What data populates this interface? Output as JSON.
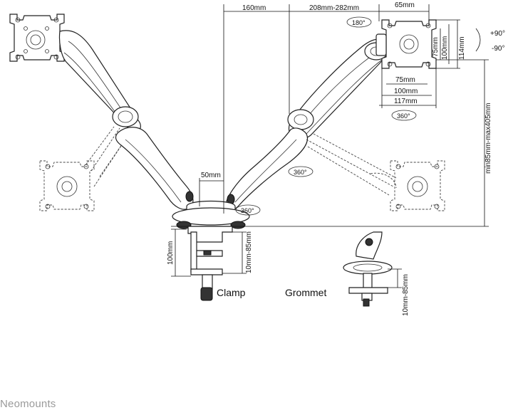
{
  "brand": "Neomounts",
  "dimensions": {
    "arm_offset": "160mm",
    "arm_reach": "208mm-282mm",
    "plate_depth": "65mm",
    "rotate_top": "180°",
    "vesa_75_v": "75mm",
    "vesa_100_v": "100mm",
    "vesa_114_v": "114mm",
    "vesa_75_h": "75mm",
    "vesa_100_h": "100mm",
    "vesa_117_h": "117mm",
    "rotate_plate": "360°",
    "tilt_up": "+90°",
    "tilt_down": "-90°",
    "height_range": "min85mm-max405mm",
    "base_width": "50mm",
    "rotate_base": "360°",
    "rotate_mid": "360°",
    "clamp_height": "100mm",
    "clamp_range": "10mm-85mm",
    "grommet_range": "10mm-85mm"
  },
  "labels": {
    "clamp": "Clamp",
    "grommet": "Grommet"
  }
}
